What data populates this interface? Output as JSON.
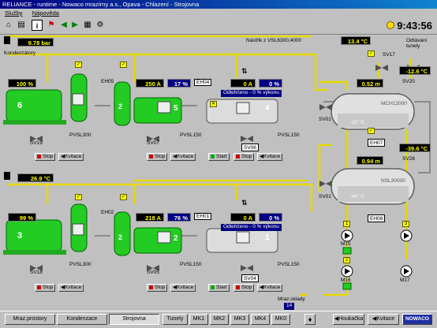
{
  "window": {
    "title": "RELIANCE - runtime - Nowaco mrazírny a.s., Opava - Chlazení - Strojovna"
  },
  "menu": {
    "services": "Služby",
    "help": "Nápověda"
  },
  "clock": "9:43:56",
  "colors": {
    "green": "#33cc33",
    "pipe": "#e6d800",
    "tank": "#d8d8d8",
    "display": "#000000",
    "display_text": "#ffff00"
  },
  "plant": {
    "condenser_pressure": "9.78 bar",
    "condensers_label": "Kondenzátory",
    "outdoor_temp_top": "13.4 °C",
    "tunnel_temp_label": "Odtávání tunely",
    "outdoor_temp_bottom": "26.9 °C",
    "nastrik_label": "Nástřik z VSL6300,4000",
    "mraz_sklady_label": "Mraz.sklady",
    "mraz_sklady_value": "14",
    "upper": {
      "c6": {
        "num": "6",
        "value": "100 %",
        "valve": "SV19",
        "model": "PVSL300",
        "stop": "Stop",
        "ack": "Kvitace"
      },
      "c5": {
        "num": "5",
        "current": "250 A",
        "percent": "17 %",
        "eh": "EH05",
        "valve": "SV07",
        "model": "PVSL150",
        "stop": "Stop",
        "ack": "Kvitace"
      },
      "c4": {
        "num": "4",
        "current": "0 A",
        "percent": "0 %",
        "eh": "EH04",
        "status": "Odlehčeno - 0 % výkonu",
        "valve": "SV06",
        "model": "PVSL150",
        "start": "Start",
        "stop": "Stop",
        "ack": "Kvitace"
      }
    },
    "lower": {
      "c3": {
        "num": "3",
        "value": "99 %",
        "valve": "SV18",
        "model": "PVSL300",
        "stop": "Stop",
        "ack": "Kvitace"
      },
      "c2": {
        "num": "2",
        "current": "218 A",
        "percent": "76 %",
        "eh": "EH02",
        "valve": "SV05",
        "model": "PVSL150",
        "stop": "Stop",
        "ack": "Kvitace"
      },
      "c1": {
        "num": "1",
        "current": "0 A",
        "percent": "0 %",
        "eh": "EH01",
        "status": "Odlehčeno - 0 % výkonu",
        "valve": "SV04",
        "model": "PVSL150",
        "start": "Start",
        "stop": "Stop",
        "ack": "Kvitace"
      }
    },
    "tank_top": {
      "name": "MCH12000",
      "level": "0.52 m",
      "temp": "-12.6 °C",
      "inner_temp": "-10 °C",
      "valve_top": "SV17",
      "valve_side": "SV20",
      "valve_left": "SV01",
      "eh": "EH07"
    },
    "tank_bottom": {
      "name": "NSL30000",
      "level": "0.94 m",
      "temp": "-39.6 °C",
      "inner_temp": "-40 °C",
      "valve_top": "SV28",
      "valve_left": "SV01",
      "eh": "EH08"
    },
    "pumps": {
      "p1": "1",
      "p2": "2",
      "p3": "3",
      "m15": "M15",
      "m16": "M16",
      "m17": "M17"
    }
  },
  "tabs": [
    {
      "label": "Mraz.prostory"
    },
    {
      "label": "Kondenzace"
    },
    {
      "label": "Strojovna"
    },
    {
      "label": "Tunely"
    },
    {
      "label": "MK1"
    },
    {
      "label": "MK2"
    },
    {
      "label": "MK3"
    },
    {
      "label": "MK4"
    },
    {
      "label": "MK0"
    }
  ],
  "bottom_buttons": {
    "horn": "Houkačka",
    "ack": "Kvitace",
    "logo": "NOWACO"
  }
}
